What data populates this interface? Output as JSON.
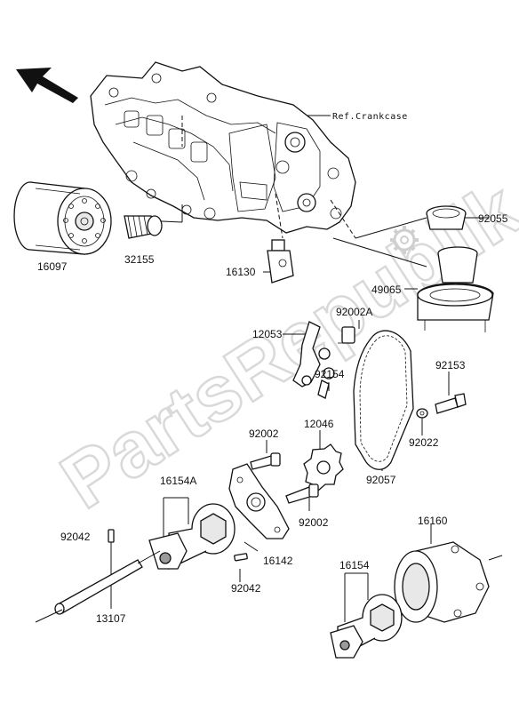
{
  "reference_text": "Ref.Crankcase",
  "watermark_text": "PartsRepublik",
  "part_numbers": {
    "p16097": "16097",
    "p32155": "32155",
    "p16130": "16130",
    "p92055": "92055",
    "p49065": "49065",
    "p12053": "12053",
    "p92002A": "92002A",
    "p92154": "92154",
    "p92153": "92153",
    "p92022": "92022",
    "p12046": "12046",
    "p92002_top": "92002",
    "p92057": "92057",
    "p16154A": "16154A",
    "p92002_bottom": "92002",
    "p92042_left": "92042",
    "p16142": "16142",
    "p92042_bottom": "92042",
    "p13107": "13107",
    "p16160": "16160",
    "p16154": "16154"
  },
  "colors": {
    "line": "#111111",
    "watermark": "#d9d9d9",
    "background": "#ffffff"
  }
}
